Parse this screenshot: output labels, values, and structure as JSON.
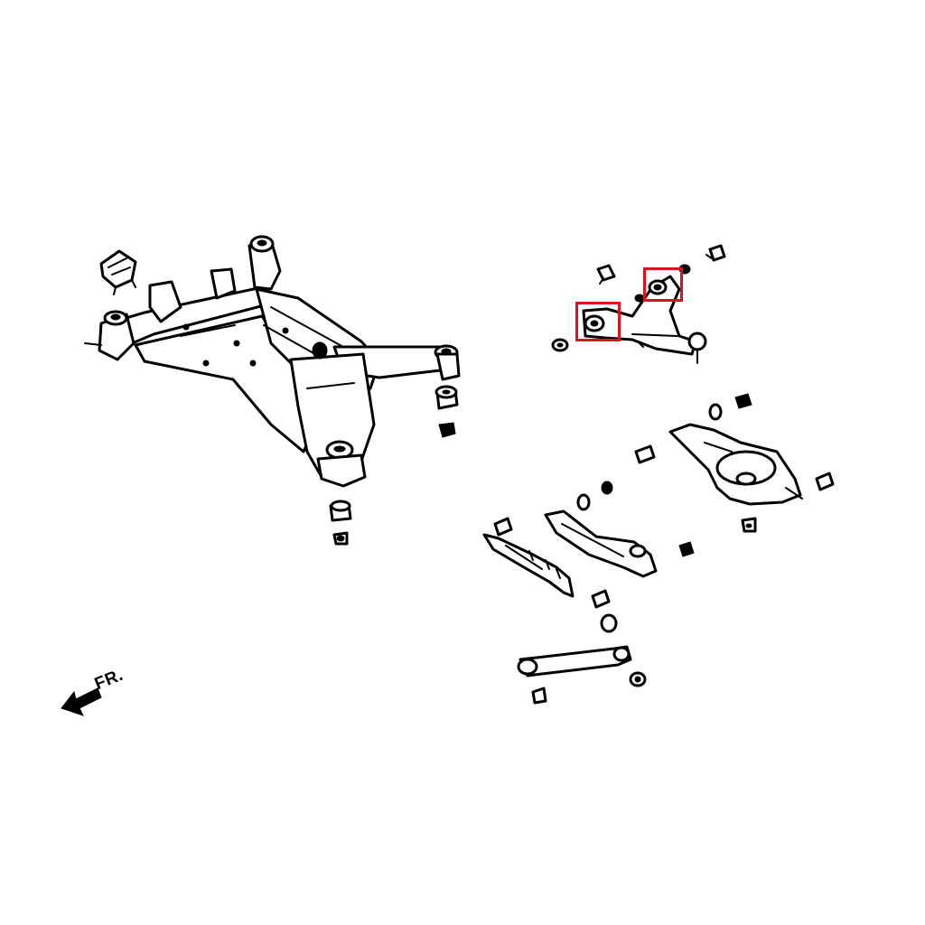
{
  "direction_label": "FR.",
  "colors": {
    "line": "#000000",
    "background": "#ffffff",
    "highlight": "#d8141f"
  },
  "icons": {
    "direction": "arrow-left-down-icon"
  },
  "highlights": [
    {
      "name": "upper-arm-front-bushing",
      "color": "#d8141f"
    },
    {
      "name": "upper-arm-rear-bushing",
      "color": "#d8141f"
    }
  ]
}
